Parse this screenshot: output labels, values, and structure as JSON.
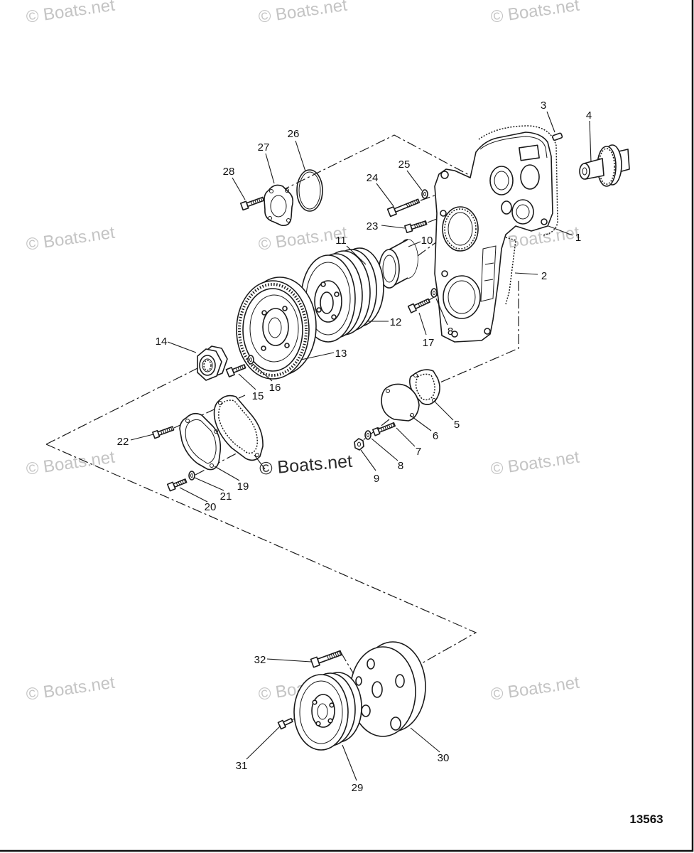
{
  "watermark": "© Boats.net",
  "center_watermark": "© Boats.net",
  "figure_number": "13563",
  "callouts": [
    "1",
    "2",
    "3",
    "4",
    "5",
    "6",
    "7",
    "8",
    "8",
    "9",
    "10",
    "11",
    "12",
    "13",
    "14",
    "15",
    "16",
    "17",
    "19",
    "20",
    "21",
    "22",
    "23",
    "24",
    "25",
    "26",
    "27",
    "28",
    "29",
    "30",
    "31",
    "32"
  ]
}
